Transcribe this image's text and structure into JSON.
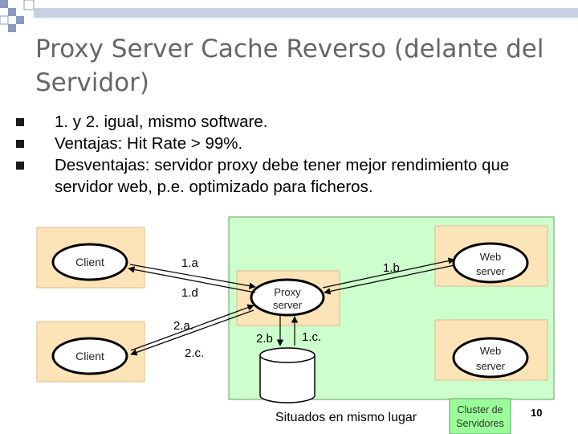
{
  "title": "Proxy Server Cache Reverso (delante del Servidor)",
  "bullets": [
    "1. y 2. igual, mismo software.",
    "Ventajas: Hit Rate > 99%.",
    "Desventajas: servidor proxy debe tener mejor rendimiento que servidor web, p.e. optimizado para ficheros."
  ],
  "diagram": {
    "client_label": "Client",
    "proxy_label": [
      "Proxy",
      "server"
    ],
    "web_label": [
      "Web",
      "server"
    ],
    "arrow_labels": {
      "a1": "1.a",
      "b1": "1.b",
      "d1": "1.d",
      "a2": "2.a.",
      "c2": "2.c.",
      "b2": "2.b",
      "c1": "1.c."
    },
    "cluster_label": [
      "Cluster de",
      "Servidores"
    ],
    "colors": {
      "panel_green": "#ccffcc",
      "node_orange": "#fde4b8",
      "cluster_fill": "#99ff99"
    }
  },
  "footer": {
    "location_note": "Situados en mismo lugar",
    "page_number": "10"
  }
}
